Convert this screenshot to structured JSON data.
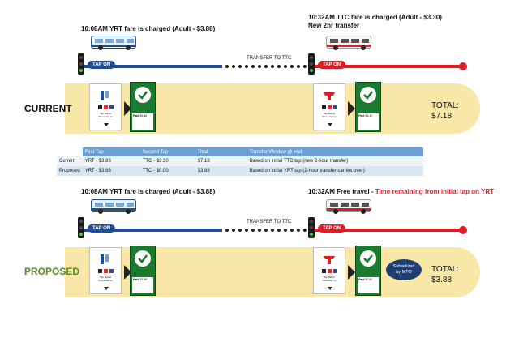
{
  "current": {
    "label": "CURRENT",
    "caption_yrt": "10:08AM YRT fare is charged (Adult - $3.88)",
    "caption_ttc_line1": "10:32AM TTC fare is charged (Adult - $3.30)",
    "caption_ttc_line2": "New 2hr transfer",
    "tap_on_yrt": "TAP ON",
    "tap_on_ttc": "TAP ON",
    "transfer": "TRANSFER TO TTC",
    "total_label": "TOTAL:",
    "total_value": "$7.18",
    "reader_text": "Tap Below\nPrésentez ici",
    "yrt_paid_label": "Paid",
    "yrt_paid_amount": "$3.88",
    "ttc_paid_label": "Paid",
    "ttc_paid_amount": "$3.30"
  },
  "table": {
    "headers": [
      "",
      "First Tap",
      "Second Tap",
      "Total",
      "Transfer Window @ end"
    ],
    "rows": [
      [
        "Current",
        "YRT - $3.88",
        "TTC - $3.30",
        "$7.18",
        "Based on initial TTC tap (new 2-hour transfer)"
      ],
      [
        "Proposed",
        "YRT - $3.88",
        "TTC - $0.00",
        "$3.88",
        "Based on initial YRT tap (2-hour transfer carries over)"
      ]
    ]
  },
  "proposed": {
    "label": "PROPOSED",
    "caption_yrt": "10:08AM YRT fare is charged (Adult - $3.88)",
    "caption_ttc_black": "10:32AM Free travel - ",
    "caption_ttc_red": "Time remaining from initial tap on YRT",
    "tap_on_yrt": "TAP ON",
    "tap_on_ttc": "TAP ON",
    "transfer": "TRANSFER TO TTC",
    "subsidy_line1": "Subsidized",
    "subsidy_line2": "by MTO",
    "total_label": "TOTAL:",
    "total_value": "$3.88",
    "reader_text": "Tap Below\nPrésentez ici",
    "yrt_paid_label": "Paid",
    "yrt_paid_amount": "$3.88",
    "ttc_paid_label": "Paid",
    "ttc_paid_amount": "$0.00"
  },
  "colors": {
    "yrt_blue": "#1f4e99",
    "ttc_red": "#e01b22",
    "band": "#f8e7a6",
    "screen_green": "#1a7a2e",
    "table_header": "#6b9fd8"
  }
}
